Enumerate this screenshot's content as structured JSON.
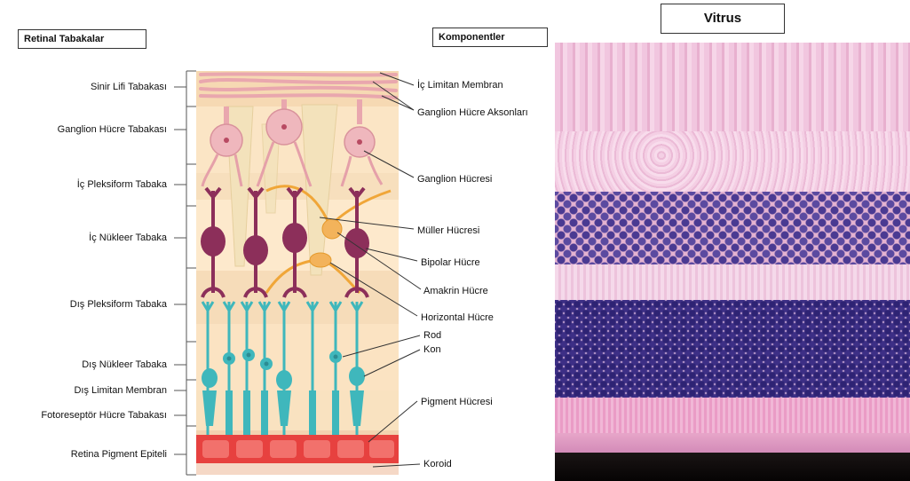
{
  "headers": {
    "left": "Retinal Tabakalar",
    "middle": "Komponentler",
    "right": "Vitrus"
  },
  "layers": [
    "Sinir Lifi Tabakası",
    "Ganglion Hücre Tabakası",
    "İç Pleksiform Tabaka",
    "İç Nükleer Tabaka",
    "Dış Pleksiform Tabaka",
    "Dış Nükleer Tabaka",
    "Dış Limitan Membran",
    "Fotoreseptör Hücre Tabakası",
    "Retina Pigment Epiteli"
  ],
  "components": [
    "İç Limitan Membran",
    "Ganglion Hücre Aksonları",
    "Ganglion Hücresi",
    "Müller Hücresi",
    "Bipolar Hücre",
    "Amakrin Hücre",
    "Horizontal Hücre",
    "Rod",
    "Kon",
    "Pigment Hücresi",
    "Koroid"
  ],
  "colors": {
    "background_band": "#f8e3b8",
    "ganglion": "#ecb4bb",
    "bipolar": "#8c2f5a",
    "photoreceptor": "#3fb7bc",
    "pigment": "#e7413f",
    "amacrine": "#f0a638",
    "stain_pink": "#e7b3d2",
    "stain_purple": "#3e2f82"
  }
}
